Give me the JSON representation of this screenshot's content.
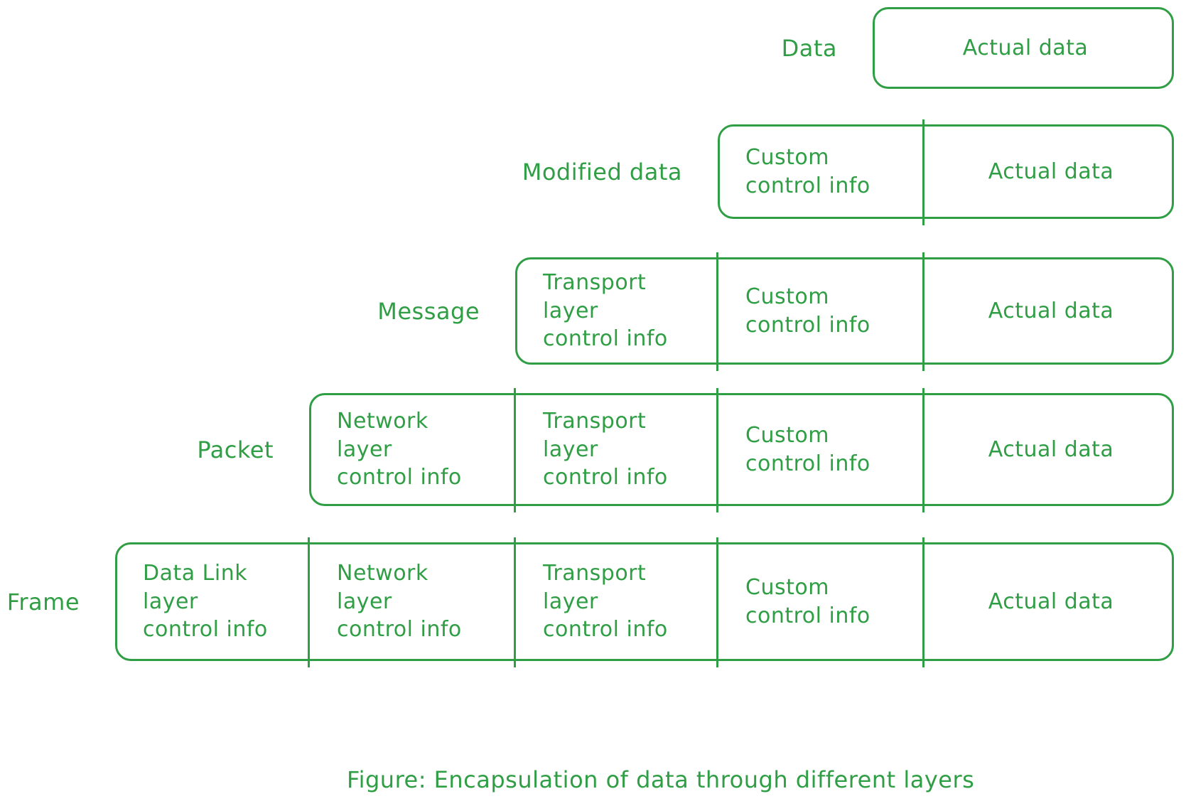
{
  "colors": {
    "ink": "#2f9e44",
    "background": "#ffffff"
  },
  "caption": "Figure: Encapsulation of data through different layers",
  "rows": [
    {
      "label": "Data",
      "cells": [
        {
          "lines": [
            "Actual data"
          ]
        }
      ]
    },
    {
      "label": "Modified data",
      "cells": [
        {
          "lines": [
            "Custom",
            "control info"
          ]
        },
        {
          "lines": [
            "Actual data"
          ]
        }
      ]
    },
    {
      "label": "Message",
      "cells": [
        {
          "lines": [
            "Transport",
            "layer",
            "control info"
          ]
        },
        {
          "lines": [
            "Custom",
            "control info"
          ]
        },
        {
          "lines": [
            "Actual data"
          ]
        }
      ]
    },
    {
      "label": "Packet",
      "cells": [
        {
          "lines": [
            "Network",
            "layer",
            "control info"
          ]
        },
        {
          "lines": [
            "Transport",
            "layer",
            "control info"
          ]
        },
        {
          "lines": [
            "Custom",
            "control info"
          ]
        },
        {
          "lines": [
            "Actual data"
          ]
        }
      ]
    },
    {
      "label": "Frame",
      "cells": [
        {
          "lines": [
            "Data Link",
            "layer",
            "control info"
          ]
        },
        {
          "lines": [
            "Network",
            "layer",
            "control info"
          ]
        },
        {
          "lines": [
            "Transport",
            "layer",
            "control info"
          ]
        },
        {
          "lines": [
            "Custom",
            "control info"
          ]
        },
        {
          "lines": [
            "Actual data"
          ]
        }
      ]
    }
  ]
}
